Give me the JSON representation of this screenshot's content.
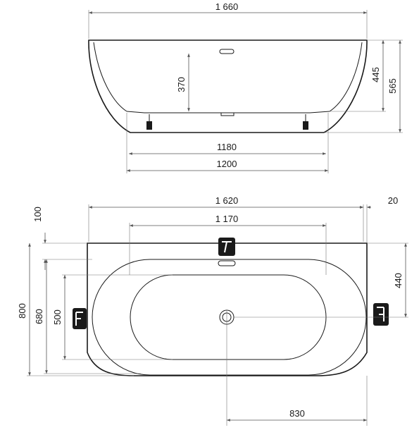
{
  "side_view": {
    "overall_width": "1 660",
    "overflow_depth": "370",
    "inner_depth": "445",
    "total_height": "565",
    "inner_length": "1180",
    "base_length": "1200"
  },
  "top_view": {
    "overall_width": "1 620",
    "inner_length": "1 170",
    "wall_gap": "20",
    "rim_offset": "100",
    "overall_depth": "800",
    "bowl_depth": "680",
    "inner_width": "500",
    "drain_offset_y": "440",
    "drain_offset_x": "830"
  },
  "colors": {
    "line": "#1a1a1a",
    "dimension": "#555555"
  }
}
